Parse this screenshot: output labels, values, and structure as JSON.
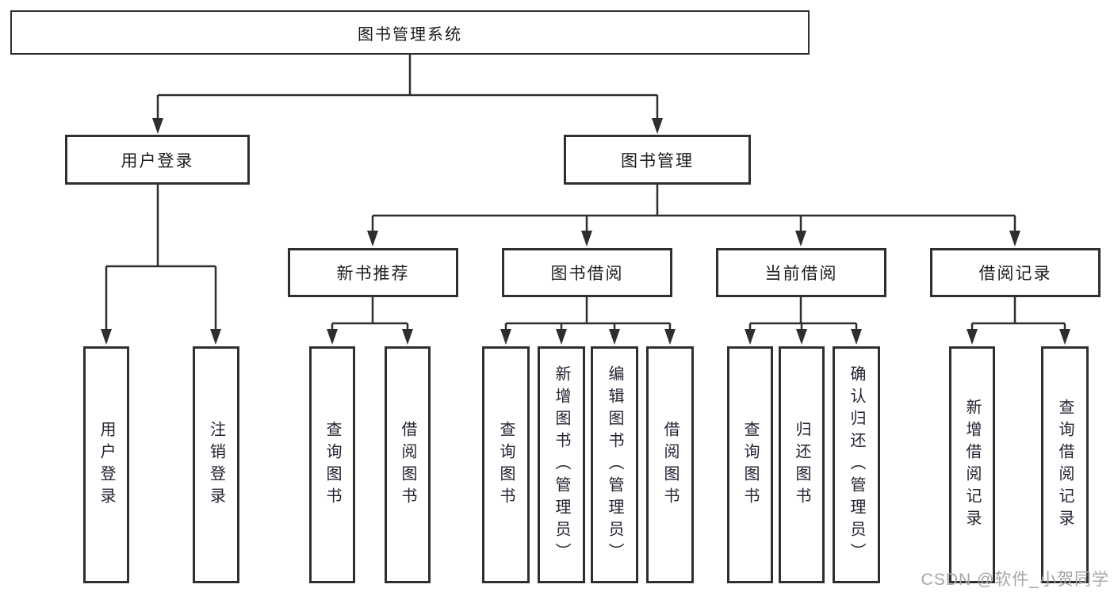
{
  "tree": {
    "root": {
      "label": "图书管理系统"
    },
    "branches": [
      {
        "label": "用户登录",
        "children": [
          {
            "label": "用户登录"
          },
          {
            "label": "注销登录"
          }
        ]
      },
      {
        "label": "图书管理",
        "children": [
          {
            "label": "新书推荐",
            "children": [
              {
                "label": "查询图书"
              },
              {
                "label": "借阅图书"
              }
            ]
          },
          {
            "label": "图书借阅",
            "children": [
              {
                "label": "查询图书"
              },
              {
                "label": "新增图书（管理员）"
              },
              {
                "label": "编辑图书（管理员）"
              },
              {
                "label": "借阅图书"
              }
            ]
          },
          {
            "label": "当前借阅",
            "children": [
              {
                "label": "查询图书"
              },
              {
                "label": "归还图书"
              },
              {
                "label": "确认归还（管理员）"
              }
            ]
          },
          {
            "label": "借阅记录",
            "children": [
              {
                "label": "新增借阅记录"
              },
              {
                "label": "查询借阅记录"
              }
            ]
          }
        ]
      }
    ]
  },
  "watermark": {
    "text": "CSDN @软件_小贺同学"
  },
  "colors": {
    "line": "#2e2e2e",
    "box_border": "#2f2f2f",
    "text": "#1c1c1c",
    "watermark": "#a6a6a6",
    "background": "#ffffff"
  }
}
